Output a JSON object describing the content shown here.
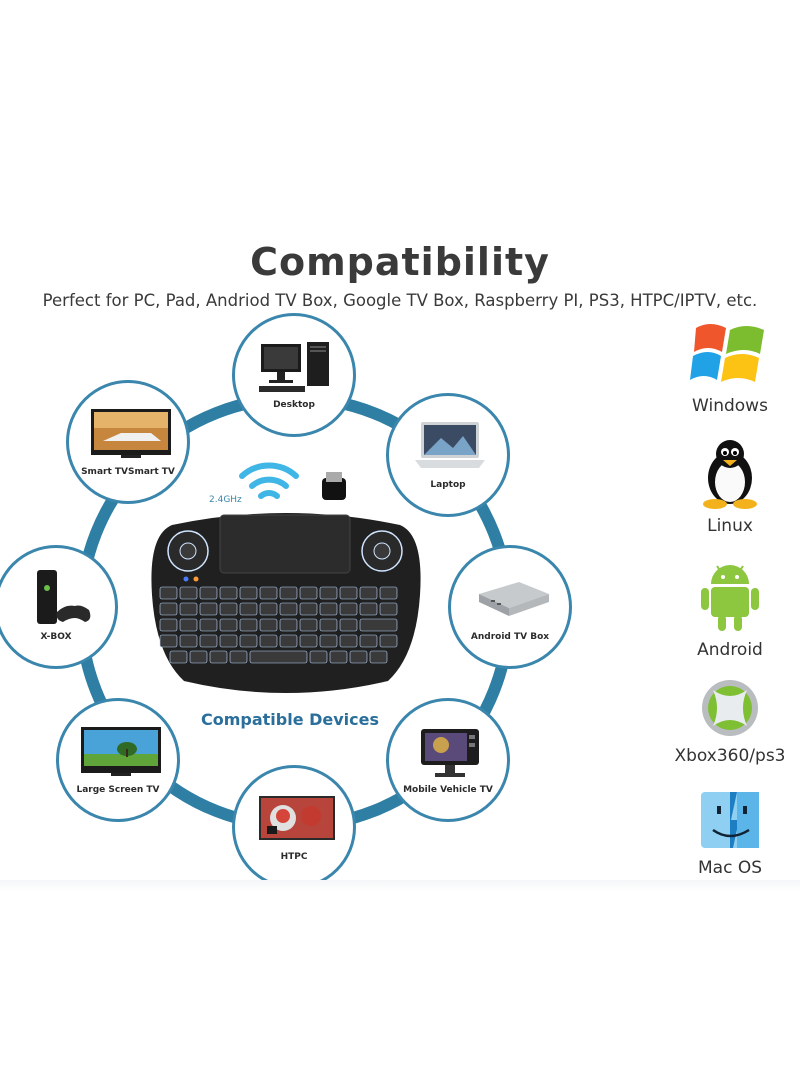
{
  "header": {
    "title": "Compatibility",
    "subtitle": "Perfect for PC, Pad, Andriod TV Box, Google TV Box, Raspberry PI, PS3, HTPC/IPTV, etc."
  },
  "devices": [
    {
      "label": "Desktop"
    },
    {
      "label": "Laptop"
    },
    {
      "label": "Android TV Box"
    },
    {
      "label": "Mobile Vehicle TV"
    },
    {
      "label": "HTPC"
    },
    {
      "label": "Large Screen TV"
    },
    {
      "label": "X-BOX"
    },
    {
      "label": "Smart TVSmart TV"
    }
  ],
  "center": {
    "frequency": "2.4GHz",
    "label": "Compatible Devices"
  },
  "os_list": [
    {
      "label": "Windows",
      "icon": "windows-logo-icon"
    },
    {
      "label": "Linux",
      "icon": "linux-penguin-icon"
    },
    {
      "label": "Android",
      "icon": "android-robot-icon"
    },
    {
      "label": "Xbox360/ps3",
      "icon": "xbox-logo-icon"
    },
    {
      "label": "Mac OS",
      "icon": "mac-finder-icon"
    }
  ],
  "colors": {
    "ring": "#2e7fa3",
    "accent": "#2a6f9c",
    "wifi": "#3fb6e6"
  }
}
